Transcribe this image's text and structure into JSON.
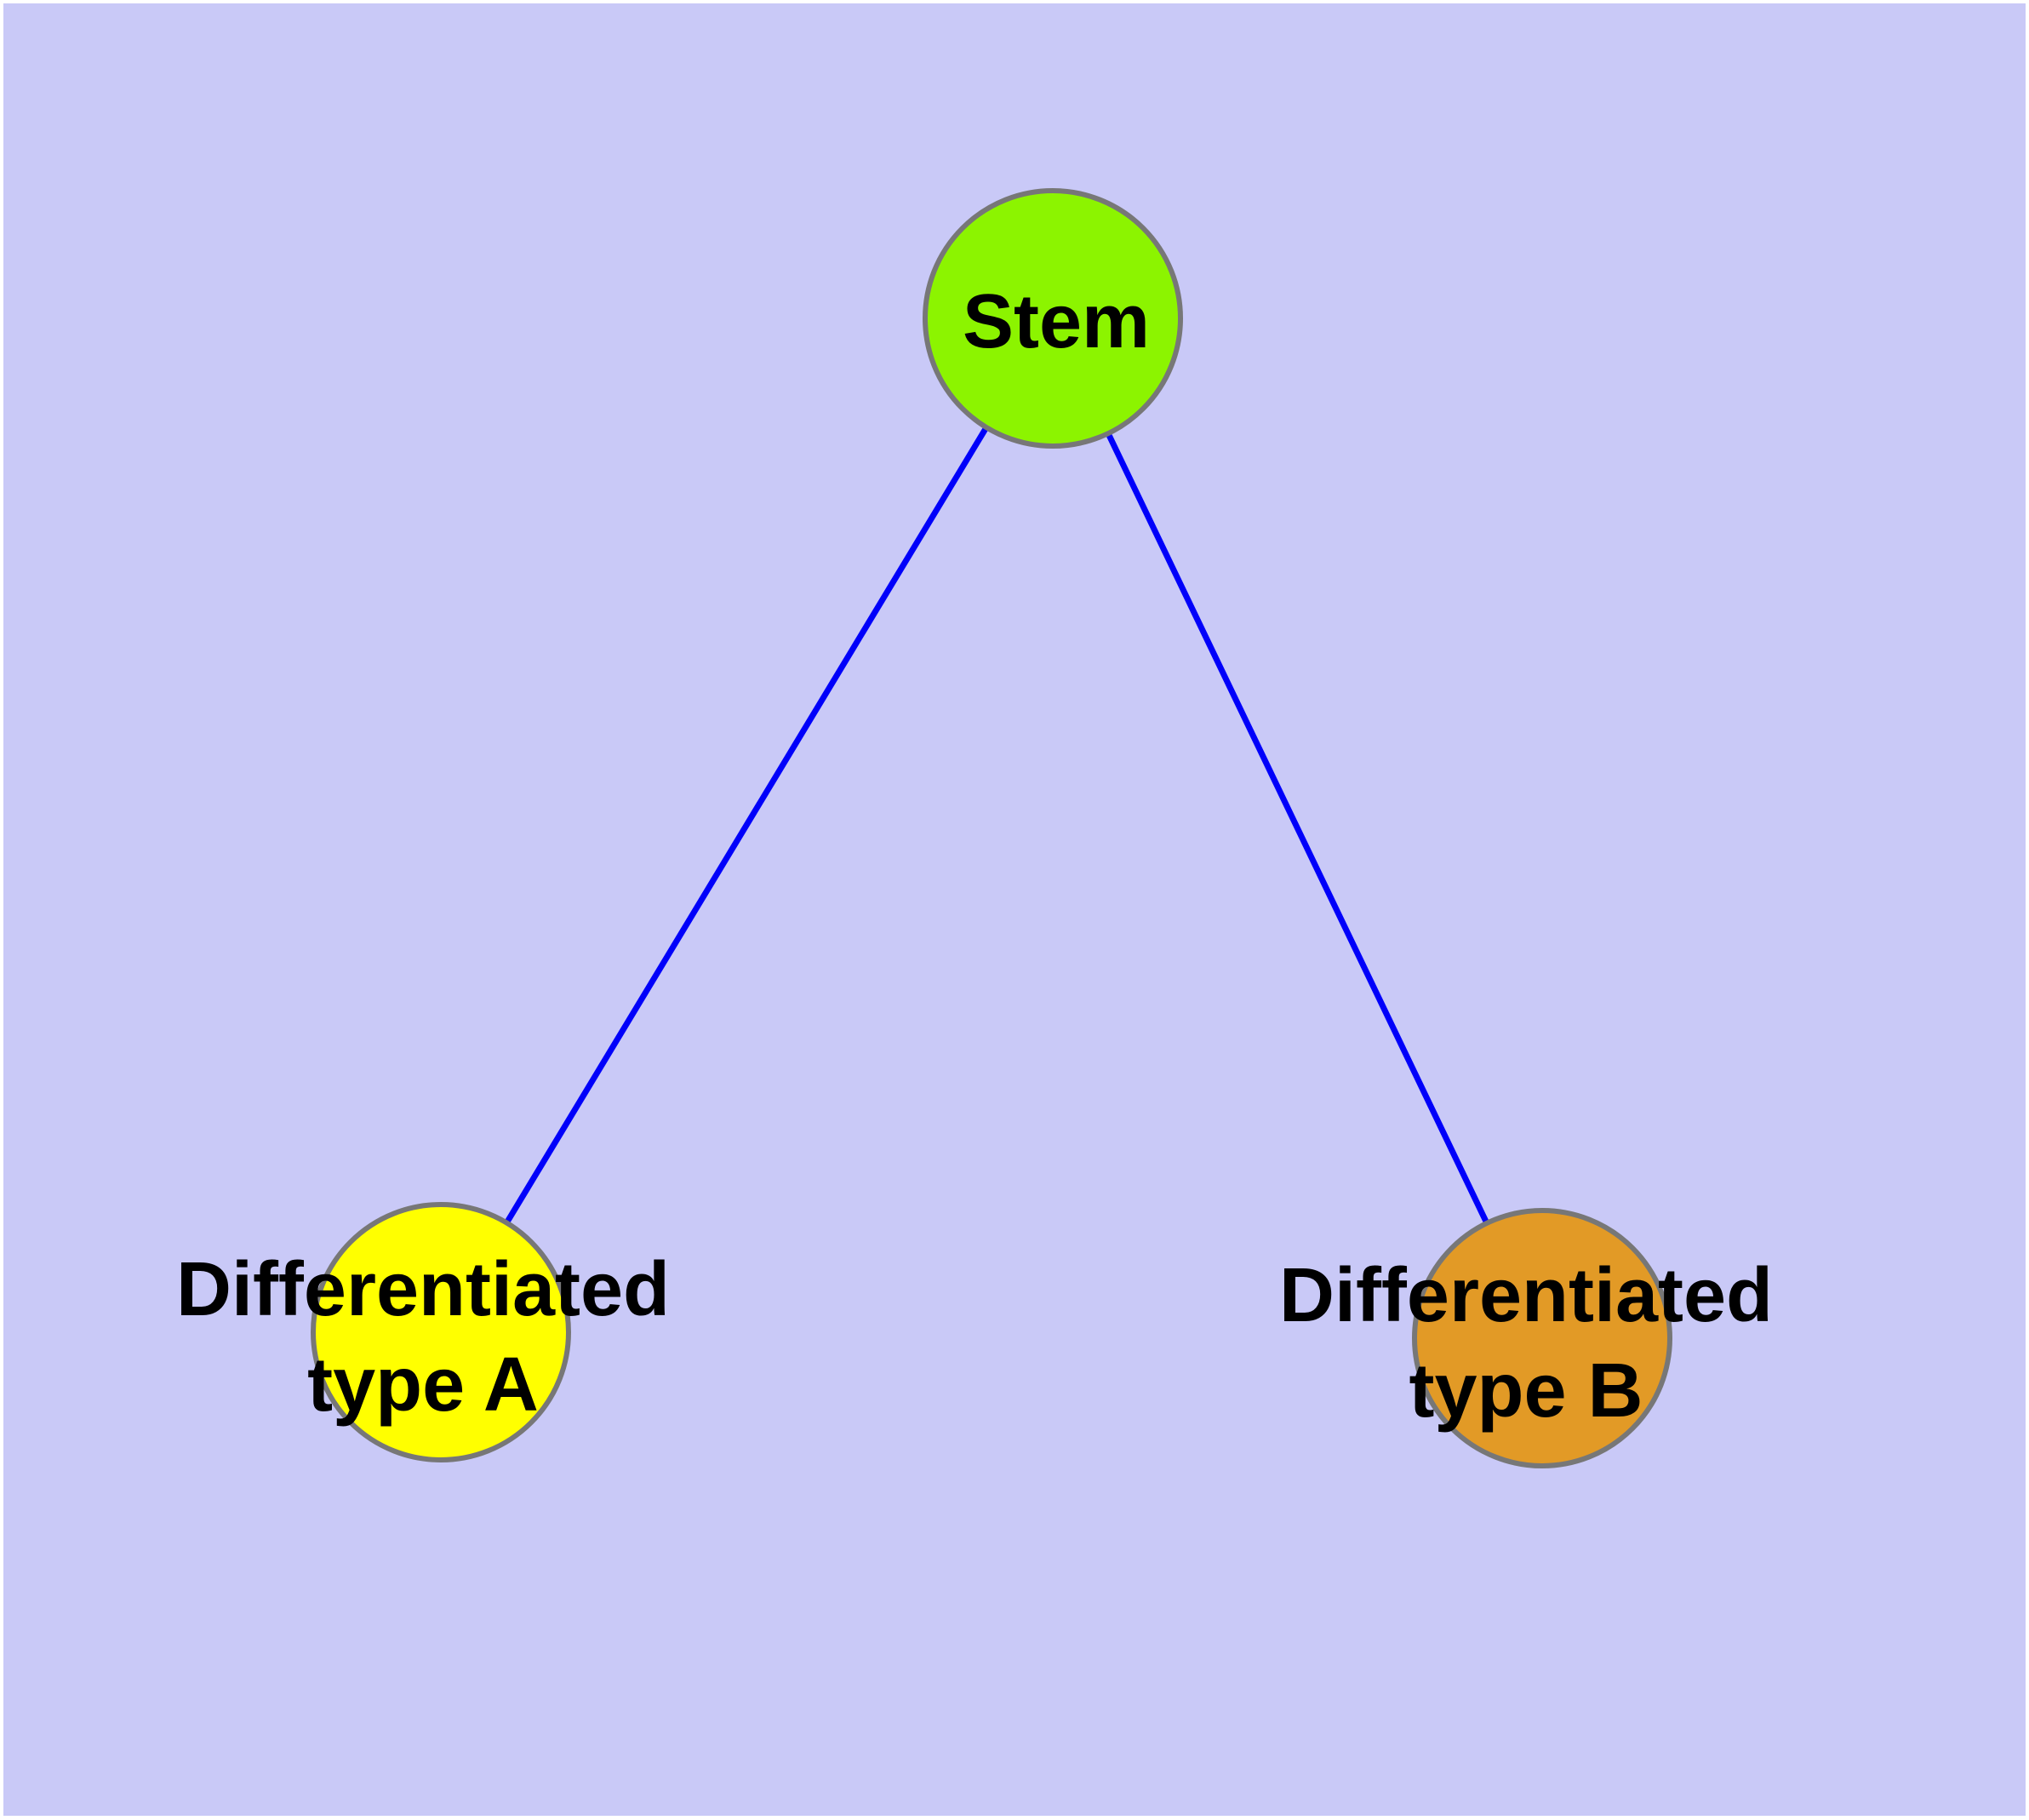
{
  "diagram": {
    "type": "node-link-graph",
    "description": "Stem cell differentiation diagram: one stem node branching to two differentiated cell type nodes",
    "colors": {
      "page_border": "#ffffff",
      "background": "#c9c9f7",
      "edge": "#0000fa",
      "node_border": "#777777",
      "label_text": "#000000"
    },
    "nodes": {
      "stem": {
        "label": "Stem",
        "fill": "#8cf400"
      },
      "typeA": {
        "label": "Differentiated type A",
        "line1": "Differentiated",
        "line2": "type A",
        "fill": "#ffff00"
      },
      "typeB": {
        "label": "Differentiated type B",
        "line1": "Differentiated",
        "line2": "type B",
        "fill": "#e29a26"
      }
    },
    "edges": [
      {
        "from": "Stem",
        "to": "Differentiated type A"
      },
      {
        "from": "Stem",
        "to": "Differentiated type B"
      }
    ]
  }
}
